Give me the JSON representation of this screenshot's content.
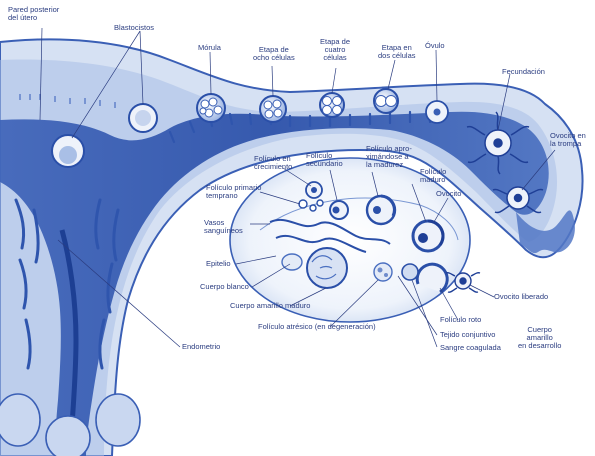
{
  "labels": {
    "pared_posterior_utero": [
      "Pared posterior",
      "del útero"
    ],
    "blastocistos": "Blastocistos",
    "morula": "Mórula",
    "ocho_celulas": [
      "Etapa de",
      "ocho células"
    ],
    "cuatro_celulas": [
      "Etapa de",
      "cuatro",
      "células"
    ],
    "dos_celulas": [
      "Etapa en",
      "dos células"
    ],
    "ovulo": "Óvulo",
    "fecundacion": "Fecundación",
    "ovocito_trompa": [
      "Ovocito en",
      "la trompa"
    ],
    "foliculo_crecimiento": [
      "Folículo en",
      "crecimiento"
    ],
    "foliculo_secundario": [
      "Folículo",
      "secundario"
    ],
    "foliculo_aproximandose": [
      "Folículo apro-",
      "ximándose a",
      "la madurez"
    ],
    "foliculo_maduro": [
      "Folículo",
      "maduro"
    ],
    "ovocito": "Ovocito",
    "foliculo_primario": [
      "Folículo primario",
      "temprano"
    ],
    "vasos_sanguineos": [
      "Vasos",
      "sanguíneos"
    ],
    "epitelio": "Epitelio",
    "cuerpo_blanco": "Cuerpo blanco",
    "cuerpo_amarillo_maduro": "Cuerpo amarillo maduro",
    "foliculo_atresico": "Folículo atrésico (en degeneración)",
    "foliculo_roto": "Folículo roto",
    "ovocito_liberado": "Ovocito liberado",
    "tejido_conjuntivo": "Tejido conjuntivo",
    "sangre_coagulada": "Sangre coagulada",
    "cuerpo_amarillo_desarrollo": [
      "Cuerpo",
      "amarillo",
      "en desarrollo"
    ],
    "endometrio": "Endometrio"
  },
  "colors": {
    "tissue_dark": "#2d55b0",
    "tissue_mid": "#5b82cc",
    "tissue_light": "#c4d3ee",
    "ink": "#2b3d80",
    "background": "#ffffff"
  }
}
